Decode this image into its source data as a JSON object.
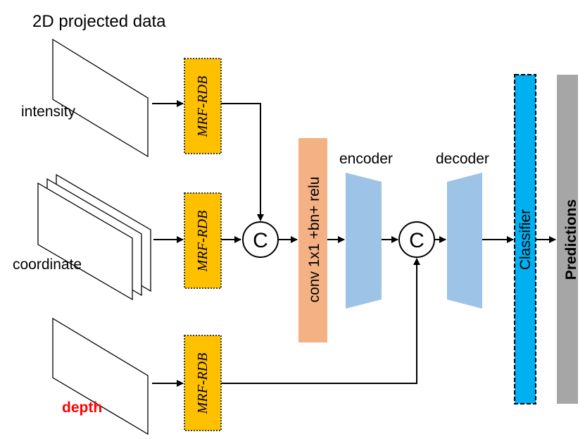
{
  "title": "2D projected data",
  "inputs": {
    "intensity": "intensity",
    "coordinate": "coordinate",
    "depth": "depth"
  },
  "mrf_label": "MRF-RDB",
  "concat_symbol": "C",
  "conv_label": "conv 1x1 +bn+ relu",
  "encoder_label": "encoder",
  "decoder_label": "decoder",
  "classifier_label": "Classifier",
  "predictions_label": "Predictions",
  "colors": {
    "mrf_fill": "#ffc000",
    "conv_fill": "#f4b183",
    "encdec_fill": "#9dc3e6",
    "classifier_fill": "#00b0f0",
    "predictions_fill": "#a6a6a6",
    "depth_text": "#ff0000"
  }
}
